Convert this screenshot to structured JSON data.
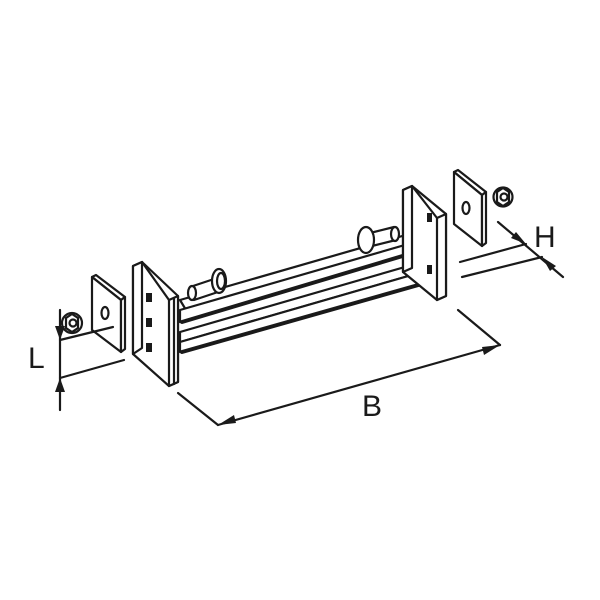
{
  "diagram": {
    "type": "technical-line-drawing",
    "subject": "cable-tray suspension bracket with two uprights, double rail, bolts, square washers and nuts",
    "colors": {
      "line": "#1a1a1a",
      "background": "#ffffff"
    },
    "dimensions": {
      "L": {
        "label": "L",
        "meaning": "length (vertical dimension at left washer)"
      },
      "B": {
        "label": "B",
        "meaning": "width between uprights"
      },
      "H": {
        "label": "H",
        "meaning": "height (dimension at right washer)"
      }
    },
    "parts": [
      "left-upright",
      "right-upright",
      "upper-rail",
      "lower-rail",
      "left-bolt",
      "right-bolt",
      "left-square-washer",
      "right-square-washer",
      "left-nut",
      "right-nut"
    ]
  }
}
